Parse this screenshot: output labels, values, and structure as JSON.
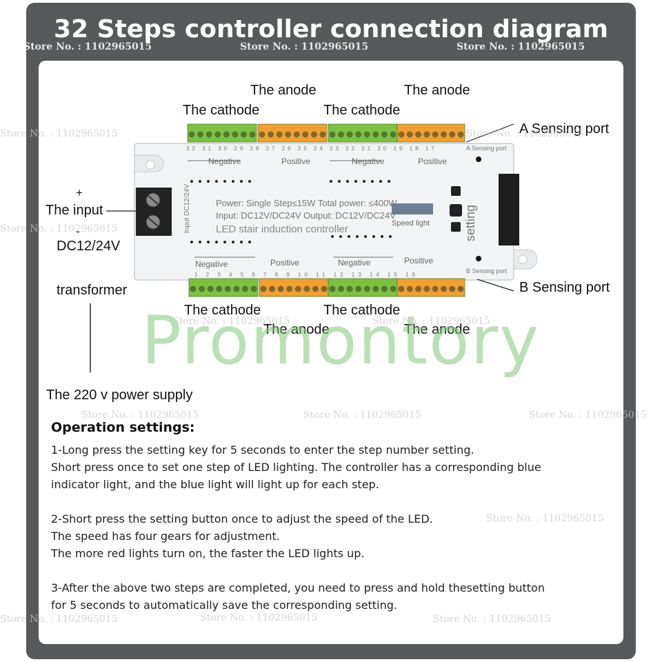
{
  "title": "32 Steps controller connection diagram",
  "watermark_text": "Store No. : 1102965015",
  "brand_watermark": "Promontory",
  "labels": {
    "anode_top_left": "The anode",
    "anode_top_right": "The anode",
    "cathode_top_left": "The cathode",
    "cathode_top_right": "The cathode",
    "a_sensing_port": "A Sensing port",
    "b_sensing_port": "B Sensing port",
    "plus": "+",
    "the_input": "The input",
    "minus": "-",
    "dc_voltage": "DC12/24V",
    "transformer": "transformer",
    "power_supply": "The 220 v power supply",
    "cathode_bottom_left": "The cathode",
    "cathode_bottom_right": "The cathode",
    "anode_bottom_left": "The anode",
    "anode_bottom_right": "The anode"
  },
  "device": {
    "negative_label": "Negative",
    "positive_label": "Positive",
    "power_line": "Power: Single Step≤15W Total power: ≤400W",
    "input_line": "Input: DC12V/DC24V Output: DC12V/DC24V",
    "product_line": "LED stair induction controller",
    "speed_light": "Speed light",
    "setting": "setting",
    "input_side": "Input DC12/24V",
    "a_port_small": "A Sensing port",
    "b_port_small": "B Sensing port",
    "top_numbers": "32 31 30 29 28 27 26 25 24 23 22 21 20 19 18 17",
    "bottom_numbers": "1 2 3 4 5 6 7 8 9 10 11 12 13 14 15 16"
  },
  "operation": {
    "heading": "Operation settings:",
    "step1_line1": "1-Long press the setting key for 5 seconds to enter the step number setting.",
    "step1_line2": "Short press once to set one step of LED lighting. The controller has a corresponding blue",
    "step1_line3": "indicator light, and the blue light will light up for each step.",
    "step2_line1": "2-Short press the setting button once to adjust the speed of the LED.",
    "step2_line2": "The speed has four gears for adjustment.",
    "step2_line3": "The more red lights turn on, the faster the LED lights up.",
    "step3_line1": "3-After the above two steps are completed, you need to press and hold thesetting button",
    "step3_line2": "for 5 seconds to automatically save the corresponding setting."
  },
  "colors": {
    "frame": "#58595b",
    "terminal_green": "#7cc142",
    "terminal_orange": "#f0a033",
    "device_body": "#f3f4f5"
  }
}
